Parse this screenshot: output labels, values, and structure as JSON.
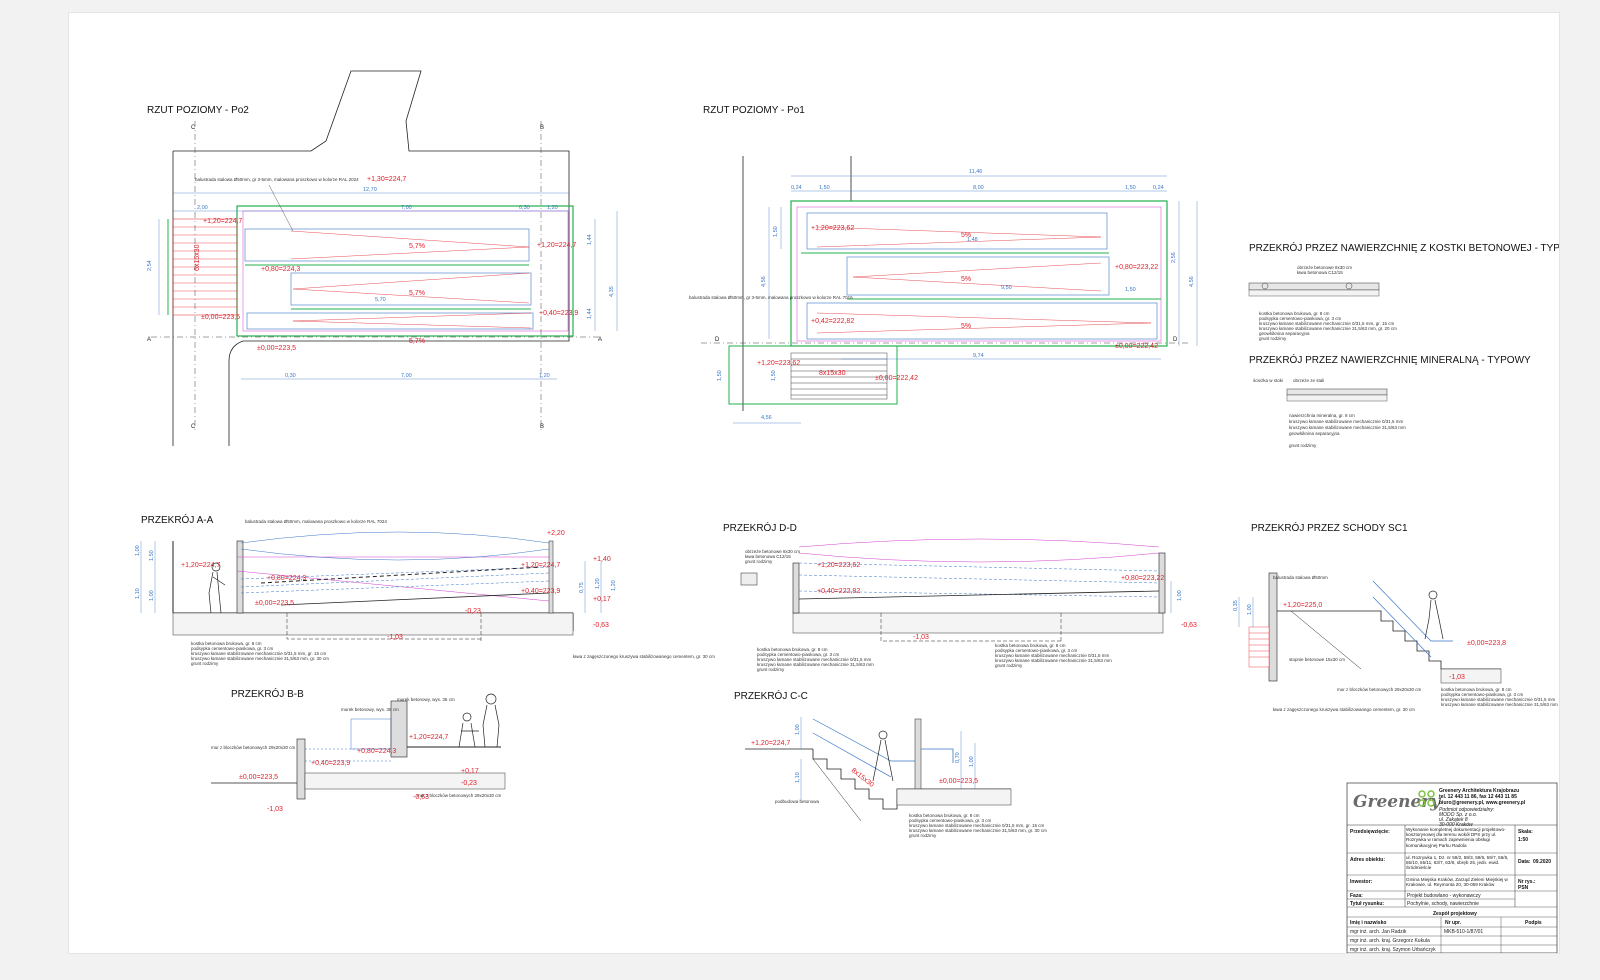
{
  "titles": {
    "po2": "RZUT POZIOMY - Po2",
    "po1": "RZUT POZIOMY - Po1",
    "kostka": "PRZEKRÓJ PRZEZ  NAWIERZCHNIĘ Z KOSTKI BETONOWEJ - TYPOWY",
    "mineral": "PRZEKRÓJ PRZEZ  NAWIERZCHNIĘ MINERALNĄ - TYPOWY",
    "aa": "PRZEKRÓJ A-A",
    "dd": "PRZEKRÓJ D-D",
    "sc1": "PRZEKRÓJ PRZEZ SCHODY SC1",
    "bb": "PRZEKRÓJ B-B",
    "cc": "PRZEKRÓJ  C-C"
  },
  "section_marks": {
    "a": "A",
    "b": "B",
    "c": "C",
    "d": "D"
  },
  "po2": {
    "levels": [
      "+1,30=224,7",
      "+1,20=224,7",
      "+1,20=224,7",
      "+0,80=224,3",
      "±0,00=223,5",
      "±0,00=223,5",
      "+0,40=223,9"
    ],
    "slopes": [
      "5,7%",
      "5,7%",
      "5,7%"
    ],
    "dims": [
      "12,70",
      "2,00",
      "7,00",
      "0,30",
      "1,20",
      "7,00",
      "0,30",
      "1,20",
      "2,54",
      "1,44",
      "4,35",
      "1,44",
      "5,70"
    ],
    "stairs": "6x15x30",
    "note": "balustrada stalowa Ø50mm, gr 3-5mm, malowana proszkowo w kolorze RAL 2024"
  },
  "po1": {
    "levels": [
      "+1,20=223,62",
      "+0,80=223,22",
      "+0,42=222,82",
      "+1,20=223,62",
      "±0,00=222,42",
      "±0,00=222,42"
    ],
    "slopes": [
      "5%",
      "5%",
      "5%"
    ],
    "dims": [
      "11,46",
      "0,24",
      "1,50",
      "8,00",
      "1,50",
      "0,24",
      "4,56",
      "1,50",
      "1,48",
      "2,56",
      "9,50",
      "4,56",
      "1,50",
      "9,74",
      "4,56",
      "1,50",
      "1,50"
    ],
    "stairs": "8x15x30",
    "note": "balustrada stalowa Ø50mm, gr 3-5mm, malowana proszkowo w kolorze RAL 7016"
  },
  "aa": {
    "levels": [
      "+2,20",
      "+1,40",
      "+1,20=224,7",
      "+1,20=224,7",
      "+0,80=224,3",
      "+0,40=223,9",
      "±0,00=223,5",
      "-0,23",
      "+0,17",
      "-1,03",
      "-0,63"
    ],
    "dims": [
      "1,00",
      "1,50",
      "1,10",
      "1,00",
      "0,75",
      "1,20",
      "1,20"
    ],
    "note": "balustrada stalowa Ø50mm, malowana proszkowo w kolorze RAL 7024"
  },
  "dd": {
    "levels": [
      "+1,20=223,62",
      "+0,80=223,22",
      "+0,40=222,82",
      "-1,03",
      "-0,63"
    ],
    "dims": [
      "1,00"
    ]
  },
  "bb": {
    "levels": [
      "+1,20=224,7",
      "+0,80=224,3",
      "+0,40=223,9",
      "±0,00=223,5",
      "+0,17",
      "-0,23",
      "-0,63",
      "-1,03"
    ],
    "labels": [
      "murek betonowy, wys. 35 cm",
      "murek betonowy, wys. 35 cm",
      "mur z bloczków betonowych 29x20x30 cm",
      "mur z bloczków betonowych 29x20x30 cm"
    ]
  },
  "cc": {
    "levels": [
      "+1,20=224,7",
      "±0,00=223,5"
    ],
    "dims": [
      "1,00",
      "1,10",
      "0,70",
      "1,00"
    ],
    "stairs": "8x15x30",
    "label": "podbudowa betonowa"
  },
  "sc1": {
    "levels": [
      "+1,20=225,0",
      "±0,00=223,8",
      "-1,03"
    ],
    "dims": [
      "0,35",
      "1,00"
    ],
    "note": "balustrada stalowa Ø50mm"
  },
  "layers": {
    "kostka": [
      "obrzeże betonowe 8x30 cm",
      "ława betonowa C12/15",
      "kostka betonowa brukowa, gr. 8 cm",
      "podsypka cementowo-piaskowa, gr. 3 cm",
      "kruszywo łamane stabilizowane mechanicznie 0/31,5 mm, gr. 15 cm",
      "kruszywo łamane stabilizowane mechanicznie 31,5/63 mm, gr. 20 cm",
      "geowłóknina separacyjna",
      "grunt rodzimy"
    ],
    "mineral": [
      "ścieżka w stoki",
      "obrzeże ze stali",
      "nawierzchnia mineralna, gr. 8 cm",
      "kruszywo łamane stabilizowane mechanicznie 0/31,5 mm",
      "kruszywo łamane stabilizowane mechanicznie 31,5/63 mm",
      "geowłóknina separacyjna",
      "grunt rodzimy"
    ],
    "aa": [
      "kostka betonowa brukowa, gr. 8 cm",
      "podsypka cementowo-piaskowa, gr. 3 cm",
      "kruszywo łamane stabilizowane mechanicznie 0/31,5 mm, gr. 15 cm",
      "kruszywo łamane stabilizowane mechanicznie 31,5/63 mm, gr. 30 cm",
      "grunt rodzimy"
    ],
    "aa_right": "ława z zagęszczonego kruszywa stabilizowanego cementem, gr. 30 cm",
    "dd_left": [
      "obrzeże betonowe 8x30 cm",
      "ława betonowa C12/15",
      "grunt rodzimy"
    ],
    "dd": [
      "kostka betonowa brukowa, gr. 8 cm",
      "podsypka cementowo-piaskowa, gr. 3 cm",
      "kruszywo łamane stabilizowane mechanicznie 0/31,5 mm",
      "kruszywo łamane stabilizowane mechanicznie 31,5/63 mm",
      "grunt rodzimy"
    ],
    "cc": [
      "kostka betonowa brukowa, gr. 8 cm",
      "podsypka cementowo-piaskowa, gr. 3 cm",
      "kruszywo łamane stabilizowane mechanicznie 0/31,5 mm, gr. 15 cm",
      "kruszywo łamane stabilizowane mechanicznie 31,5/63 mm, gr. 30 cm",
      "grunt rodzimy"
    ],
    "sc1_wall": "mur z bloczków betonowych 29x20x30 cm",
    "sc1_base": "ława z zagęszczonego kruszywa stabilizowanego cementem, gr. 30 cm",
    "sc1_stairs": "stopnie betonowe 15x30 cm",
    "sc1_layers": [
      "kostka betonowa brukowa, gr. 8 cm",
      "podsypka cementowo-piaskowa, gr. 3 cm",
      "kruszywo łamane stabilizowane mechanicznie 0/31,5 mm",
      "kruszywo łamane stabilizowane mechanicznie 31,5/63 mm"
    ]
  },
  "title_block": {
    "logo": "Greenery",
    "firm": "Greenery Architektura Krajobrazu",
    "phone": "tel. 12 443 11 86, fax 12 443 11 85",
    "email": "biuro@greenery.pl, www.greenery.pl",
    "sub1": "Podmiot odpowiedzialny:",
    "sub2": "MODO Sp. z o.o.",
    "sub3": "ul. Zakątek 8",
    "sub4": "30-000 Kraków",
    "rows": [
      {
        "k": "Przedsięwzięcie:",
        "v": "Wykonanie kompletnej dokumentacji projektowo-kosztorysowej dla terenu wokół DPS przy ul. Rozrywka w ramach zapewnienia obsługi komunikacyjnej Parku Radola",
        "x": "Skala:",
        "y": "1:50"
      },
      {
        "k": "Adres obiektu:",
        "v": "ul. Rozrywka 1, Dz. nr 59/2, 59/3, 59/6, 59/7, 56/6, 55/10, 55/11, 63/7, 63/8, obręb 25, jedn. ewid. Śródmieście",
        "x": "Data:",
        "y": "09.2020"
      },
      {
        "k": "Inwestor:",
        "v": "Gmina Miejska Kraków, Zarząd Zieleni Miejskiej w Krakowie, ul. Reymonta 20, 30-059 Kraków",
        "x": "Nr rys.:",
        "y": "PSN"
      },
      {
        "k": "Faza:",
        "v": "Projekt budowlano - wykonawczy",
        "x": "",
        "y": ""
      },
      {
        "k": "Tytuł rysunku:",
        "v": "Pochylnie, schody, nawierzchnie",
        "x": "",
        "y": ""
      }
    ],
    "team_header": "Zespół projektowy",
    "cols": [
      "Imię i nazwisko",
      "Nr upr.",
      "Podpis"
    ],
    "team": [
      {
        "name": "mgr inż. arch. Jan Radzik",
        "lic": "MKB-510-1/87/01"
      },
      {
        "name": "mgr inż. arch. kraj. Grzegorz Kukula",
        "lic": ""
      },
      {
        "name": "mgr inż. arch. kraj. Szymon Urbańczyk",
        "lic": ""
      }
    ]
  },
  "colors": {
    "dim": "#3a78c8",
    "level": "#e0202a",
    "green": "#22b14c",
    "magenta": "#d23fcf",
    "outline": "#222222",
    "grid": "#b7c6e0"
  }
}
